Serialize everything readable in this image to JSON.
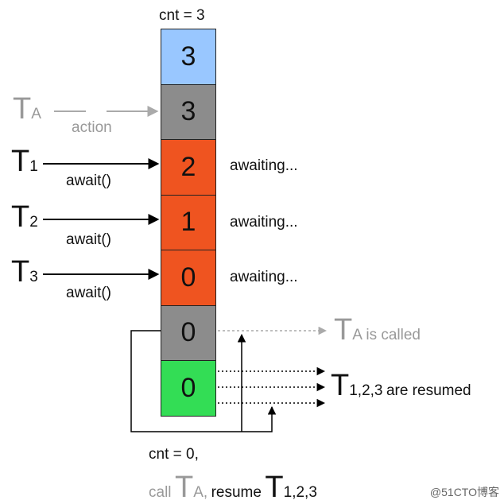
{
  "cnt_top": "cnt = 3",
  "cells": [
    {
      "value": "3",
      "color": "#99c7ff"
    },
    {
      "value": "3",
      "color": "#8c8c8c"
    },
    {
      "value": "2",
      "color": "#ef5420"
    },
    {
      "value": "1",
      "color": "#ef5420"
    },
    {
      "value": "0",
      "color": "#ef5420"
    },
    {
      "value": "0",
      "color": "#8c8c8c"
    },
    {
      "value": "0",
      "color": "#33dd55"
    }
  ],
  "ta": {
    "main": "T",
    "sub": "A",
    "action": "action"
  },
  "threads": [
    {
      "main": "T",
      "sub": "1",
      "call": "await()",
      "status": "awaiting..."
    },
    {
      "main": "T",
      "sub": "2",
      "call": "await()",
      "status": "awaiting..."
    },
    {
      "main": "T",
      "sub": "3",
      "call": "await()",
      "status": "awaiting..."
    }
  ],
  "called": {
    "main": "T",
    "sub": "A",
    "rest": "is called"
  },
  "resumed": {
    "main": "T",
    "sub": "1,2,3",
    "rest": "are resumed"
  },
  "bottom": {
    "line1": "cnt = 0,",
    "call": "call",
    "ta_main": "T",
    "ta_sub": "A,",
    "resume": "resume",
    "t_main": "T",
    "t_sub": "1,2,3"
  },
  "watermark": "@51CTO博客"
}
